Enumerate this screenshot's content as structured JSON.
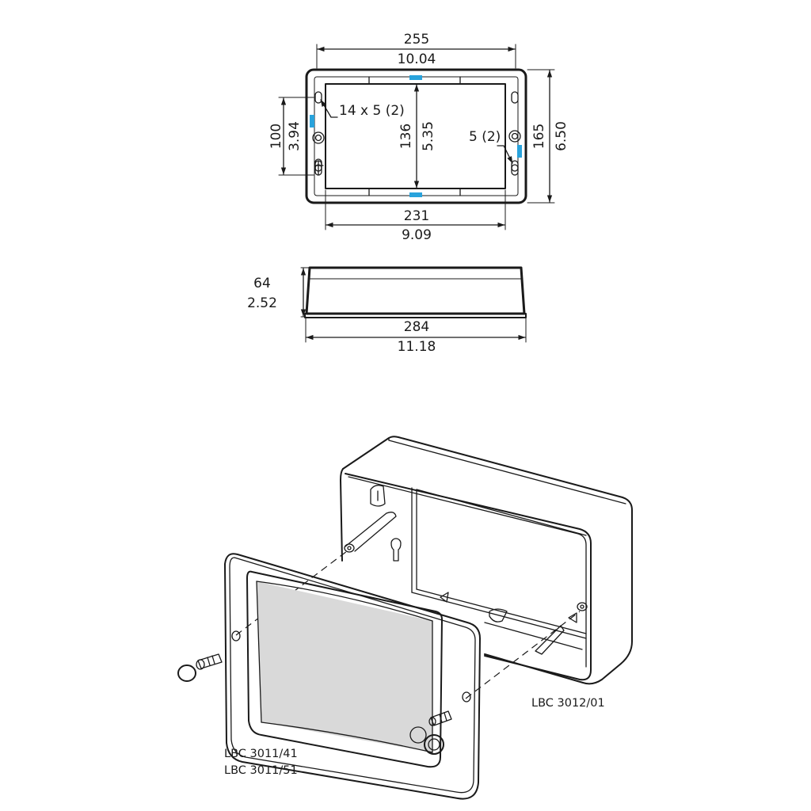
{
  "colors": {
    "line": "#1a1a1a",
    "tab": "#29a3dc",
    "diffuser": "#d9d9d9",
    "background": "#ffffff"
  },
  "top_view": {
    "overall_width_mm": "255",
    "overall_width_in": "10.04",
    "inner_width_mm": "231",
    "inner_width_in": "9.09",
    "overall_height_mm": "165",
    "overall_height_in": "6.50",
    "inner_height_mm": "136",
    "inner_height_in": "5.35",
    "hole_spacing_mm": "100",
    "hole_spacing_in": "3.94",
    "slot_label": "14 x 5 (2)",
    "hole_label": "5 (2)"
  },
  "side_view": {
    "depth_mm": "64",
    "depth_in": "2.52",
    "width_mm": "284",
    "width_in": "11.18"
  },
  "exploded_view": {
    "box_part": "LBC 3012/01",
    "cover_part_1": "LBC 3011/41",
    "cover_part_2": "LBC 3011/51"
  }
}
